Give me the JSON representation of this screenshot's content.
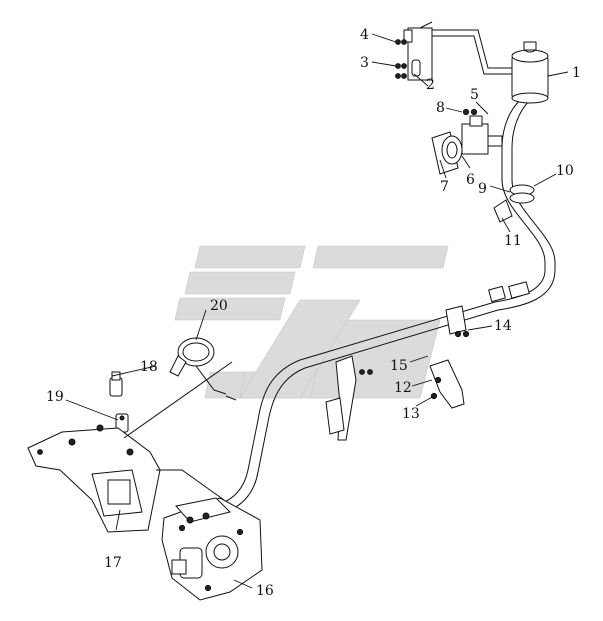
{
  "callouts": [
    "1",
    "2",
    "3",
    "4",
    "5",
    "6",
    "7",
    "8",
    "9",
    "10",
    "11",
    "12",
    "13",
    "14",
    "15",
    "16",
    "17",
    "18",
    "19",
    "20"
  ],
  "colors": {
    "line": "#111111",
    "background": "#ffffff",
    "watermark": "#cfcfcf"
  }
}
